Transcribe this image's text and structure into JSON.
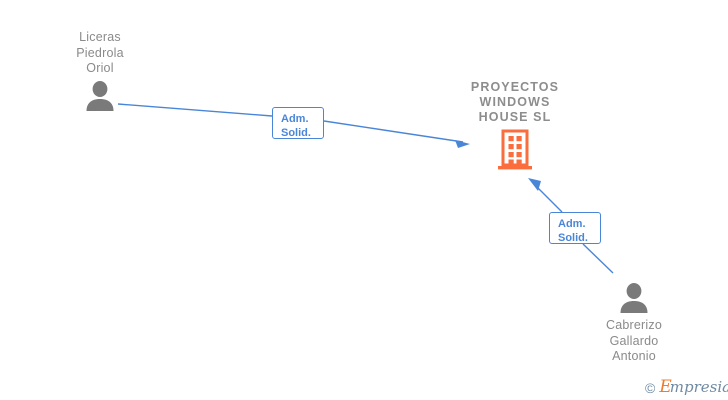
{
  "graph": {
    "background_color": "#ffffff",
    "person_color": "#7a7a7a",
    "person_label_color": "#8a8a8a",
    "company_color": "#fa6e3e",
    "company_label_color": "#8d8d8d",
    "edge_color": "#4a86d8",
    "label_text_color": "#4a86d8",
    "label_fill_color": "#ffffff"
  },
  "company": {
    "name": "PROYECTOS\nWINDOWS\nHOUSE  SL",
    "icon": "building-icon"
  },
  "persons": [
    {
      "name": "Liceras\nPiedrola\nOriol",
      "icon": "person-icon"
    },
    {
      "name": "Cabrerizo\nGallardo\nAntonio",
      "icon": "person-icon"
    }
  ],
  "edges": [
    {
      "from": "Liceras Piedrola Oriol",
      "to": "PROYECTOS WINDOWS HOUSE SL",
      "label": "Adm.\nSolid.",
      "direction": "to-company"
    },
    {
      "from": "Cabrerizo Gallardo Antonio",
      "to": "PROYECTOS WINDOWS HOUSE SL",
      "label": "Adm.\nSolid.",
      "direction": "to-company"
    }
  ],
  "watermark": {
    "copyright": "©",
    "brand_initial": "E",
    "brand_rest": "mpresia"
  }
}
